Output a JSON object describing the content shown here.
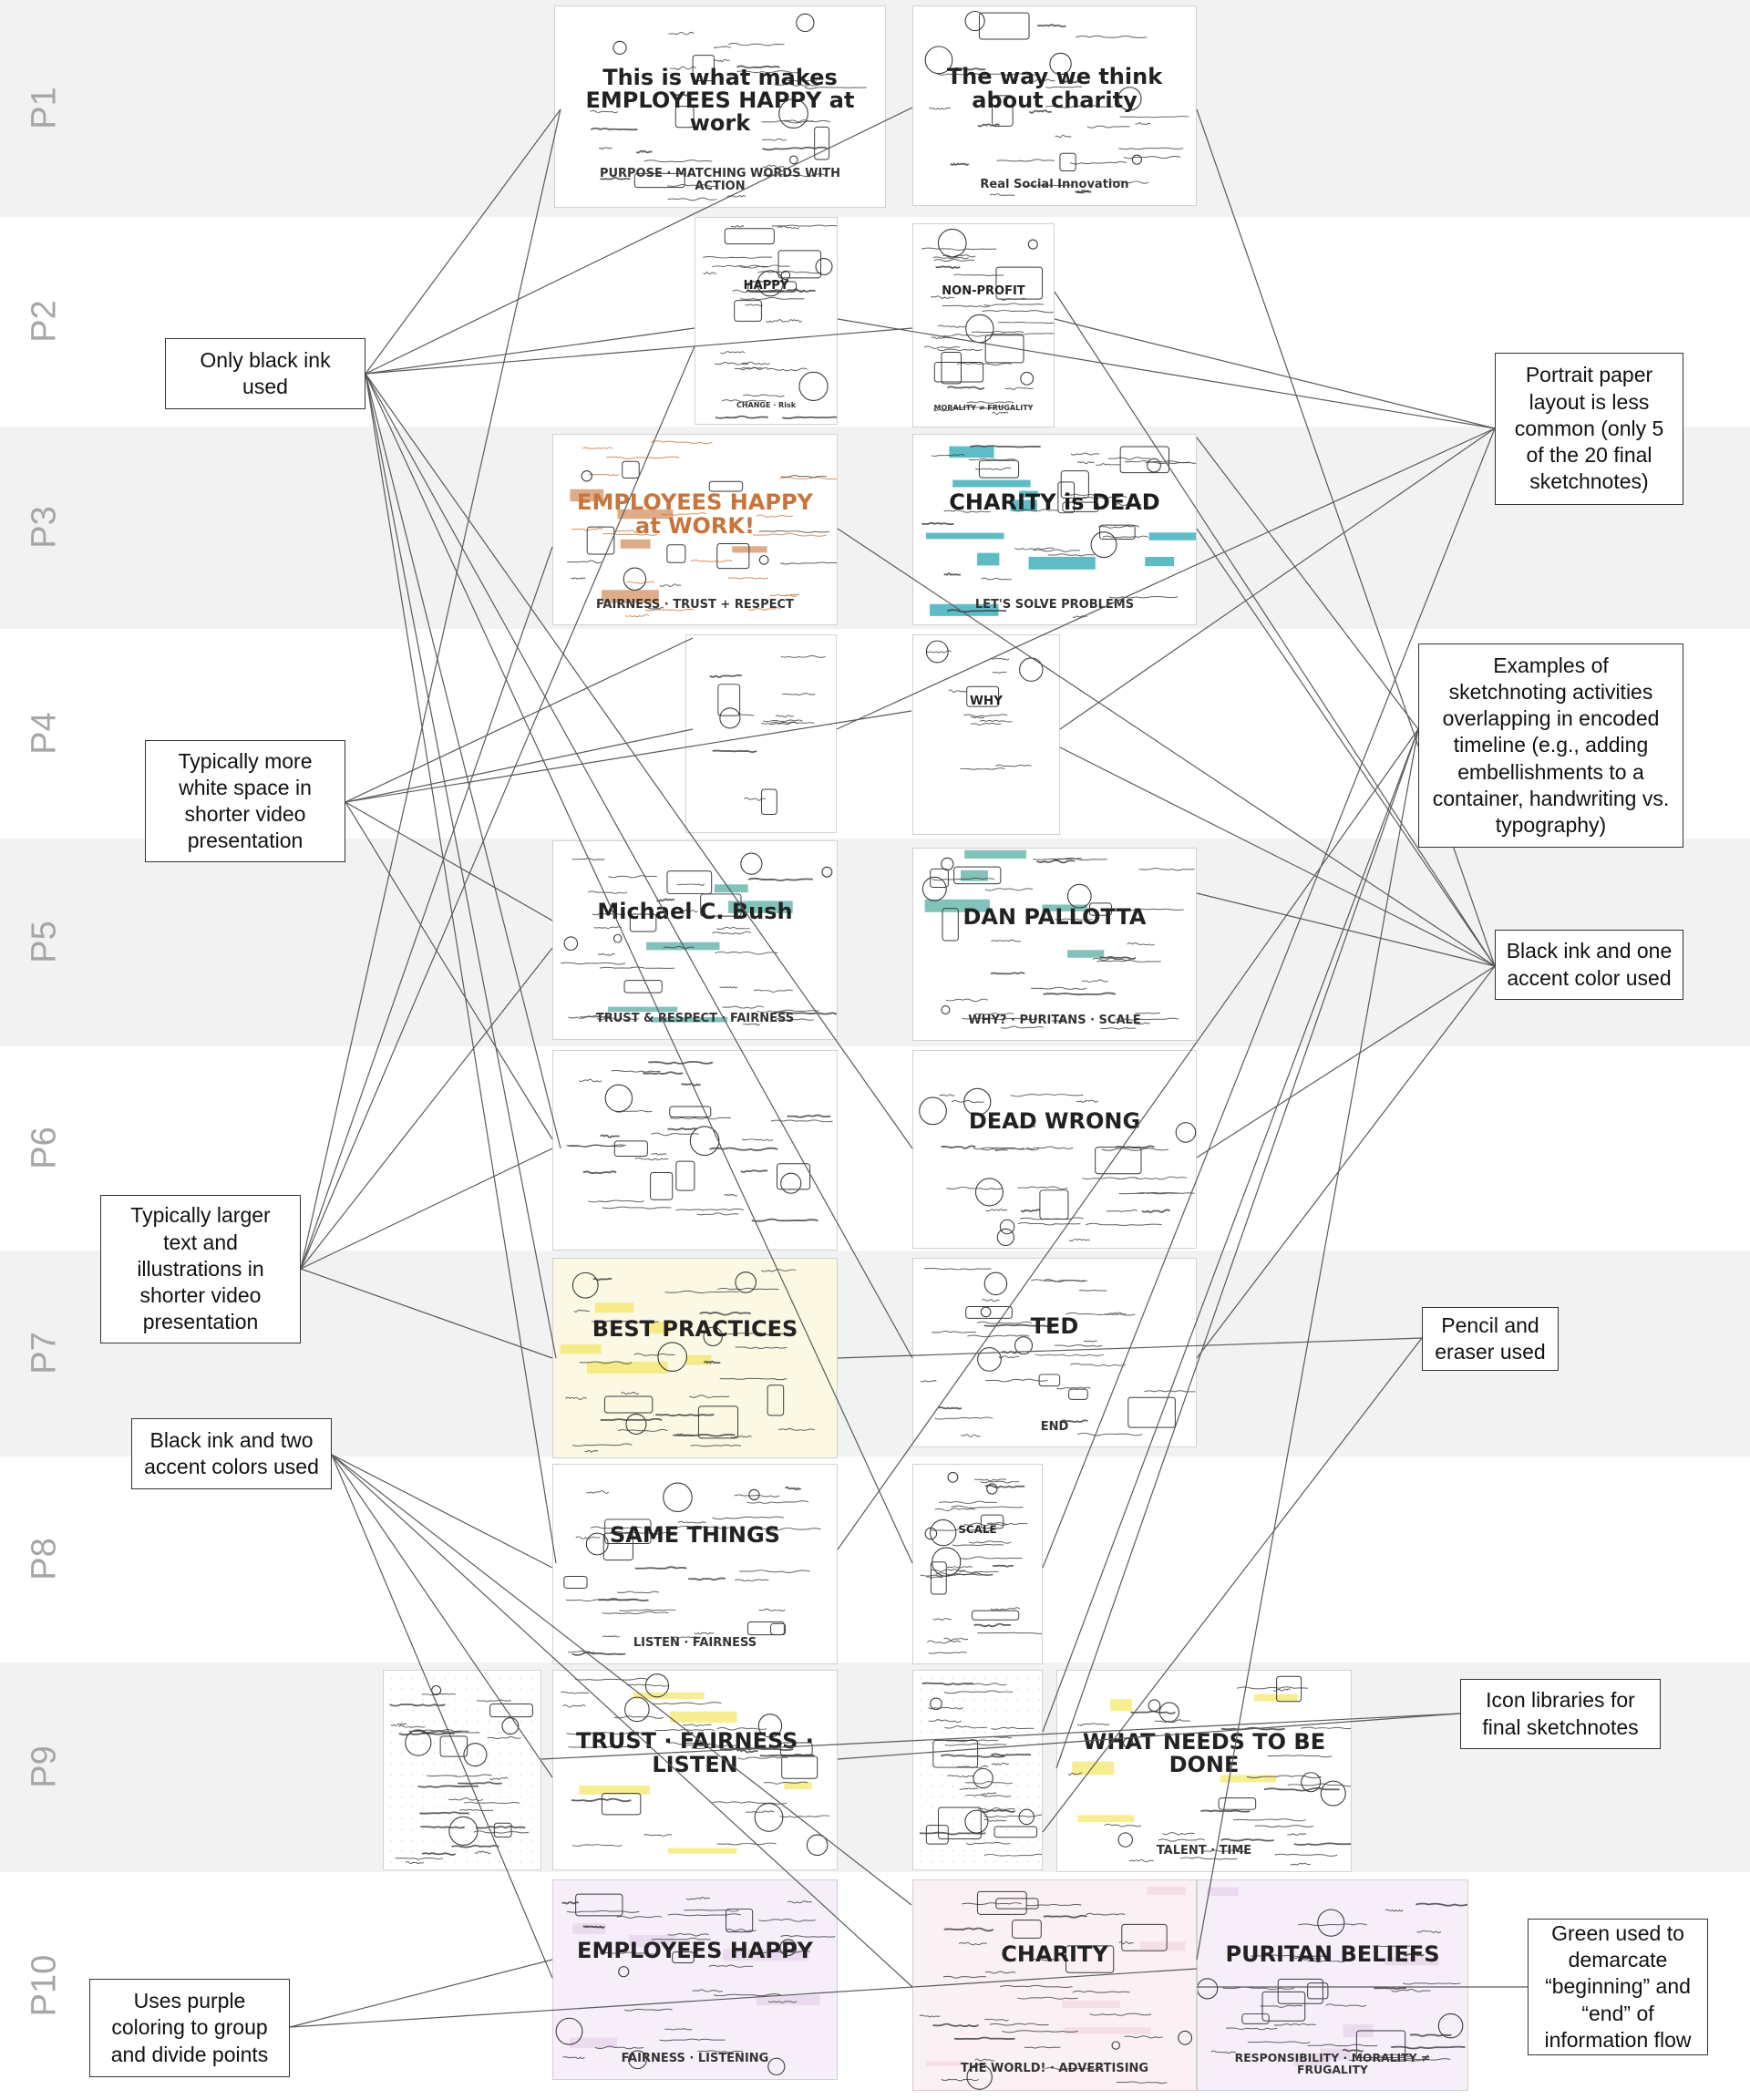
{
  "rows": [
    {
      "label": "P1"
    },
    {
      "label": "P2"
    },
    {
      "label": "P3"
    },
    {
      "label": "P4"
    },
    {
      "label": "P5"
    },
    {
      "label": "P6"
    },
    {
      "label": "P7"
    },
    {
      "label": "P8"
    },
    {
      "label": "P9"
    },
    {
      "label": "P10"
    }
  ],
  "sketchnotes": [
    {
      "headline": "This is what makes EMPLOYEES HAPPY at work",
      "sub": "PURPOSE · MATCHING WORDS WITH ACTION"
    },
    {
      "headline": "The way we think about charity",
      "sub": "Real Social Innovation"
    },
    {
      "headline": "HAPPY",
      "sub": "CHANGE · Risk"
    },
    {
      "headline": "NON-PROFIT",
      "sub": "MORALITY ≠ FRUGALITY"
    },
    {
      "headline": "EMPLOYEES HAPPY at WORK!",
      "sub": "FAIRNESS · TRUST + RESPECT"
    },
    {
      "headline": "CHARITY is DEAD",
      "sub": "LET'S SOLVE PROBLEMS"
    },
    {
      "headline": "WHY",
      "sub": ""
    },
    {
      "headline": "Michael C. Bush",
      "sub": "TRUST & RESPECT · FAIRNESS"
    },
    {
      "headline": "DAN PALLOTTA",
      "sub": "WHY? · PURITANS · SCALE"
    },
    {
      "headline": "DEAD WRONG",
      "sub": ""
    },
    {
      "headline": "BEST PRACTICES",
      "sub": ""
    },
    {
      "headline": "TED",
      "sub": "END"
    },
    {
      "headline": "SAME THINGS",
      "sub": "LISTEN · FAIRNESS"
    },
    {
      "headline": "SCALE",
      "sub": ""
    },
    {
      "headline": "TRUST · FAIRNESS · LISTEN",
      "sub": ""
    },
    {
      "headline": "WHAT NEEDS TO BE DONE",
      "sub": "TALENT · TIME"
    },
    {
      "headline": "EMPLOYEES HAPPY",
      "sub": "FAIRNESS · LISTENING"
    },
    {
      "headline": "CHARITY",
      "sub": "THE WORLD! · ADVERTISING"
    },
    {
      "headline": "PURITAN BELIEFS",
      "sub": "RESPONSIBILITY · MORALITY ≠ FRUGALITY"
    }
  ],
  "callouts": [
    {
      "text": "Only black ink\nused"
    },
    {
      "text": "Typically more\nwhite space in\nshorter video\npresentation"
    },
    {
      "text": "Typically larger\ntext and\nillustrations in\nshorter video\npresentation"
    },
    {
      "text": "Black ink and two\naccent colors used"
    },
    {
      "text": "Uses purple\ncoloring to group\nand divide points"
    },
    {
      "text": "Portrait paper\nlayout is less\ncommon (only 5\nof the 20 final\nsketchnotes)"
    },
    {
      "text": "Examples of\nsketchnoting activities\noverlapping in encoded\ntimeline (e.g., adding\nembellishments to a\ncontainer, handwriting vs.\ntypography)"
    },
    {
      "text": "Black ink and one\naccent color used"
    },
    {
      "text": "Pencil and\neraser used"
    },
    {
      "text": "Icon libraries for\nfinal sketchnotes"
    },
    {
      "text": "Green used to\ndemarcate\n“beginning” and\n“end” of\ninformation flow"
    }
  ],
  "colors": {
    "band_shade": "#f2f2f2",
    "row_label": "#a6a6a6",
    "connector": "#5a5a5a",
    "accent_orange": "#c8743a",
    "accent_teal": "#2aa6b3",
    "accent_green": "#2f9a8c",
    "accent_yellow": "#f2e24a",
    "accent_purple": "#e3cfe8",
    "accent_pink": "#f3d2dd"
  }
}
